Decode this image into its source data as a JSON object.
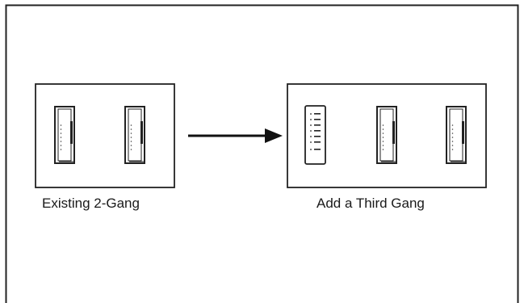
{
  "diagram": {
    "left_caption": "Existing 2-Gang",
    "right_caption": "Add a Third Gang",
    "left_panel": {
      "gang_count": 2,
      "devices": [
        "dimmer",
        "dimmer"
      ]
    },
    "right_panel": {
      "gang_count": 3,
      "devices": [
        "scene-keypad",
        "dimmer",
        "dimmer"
      ]
    },
    "arrow": "right"
  }
}
